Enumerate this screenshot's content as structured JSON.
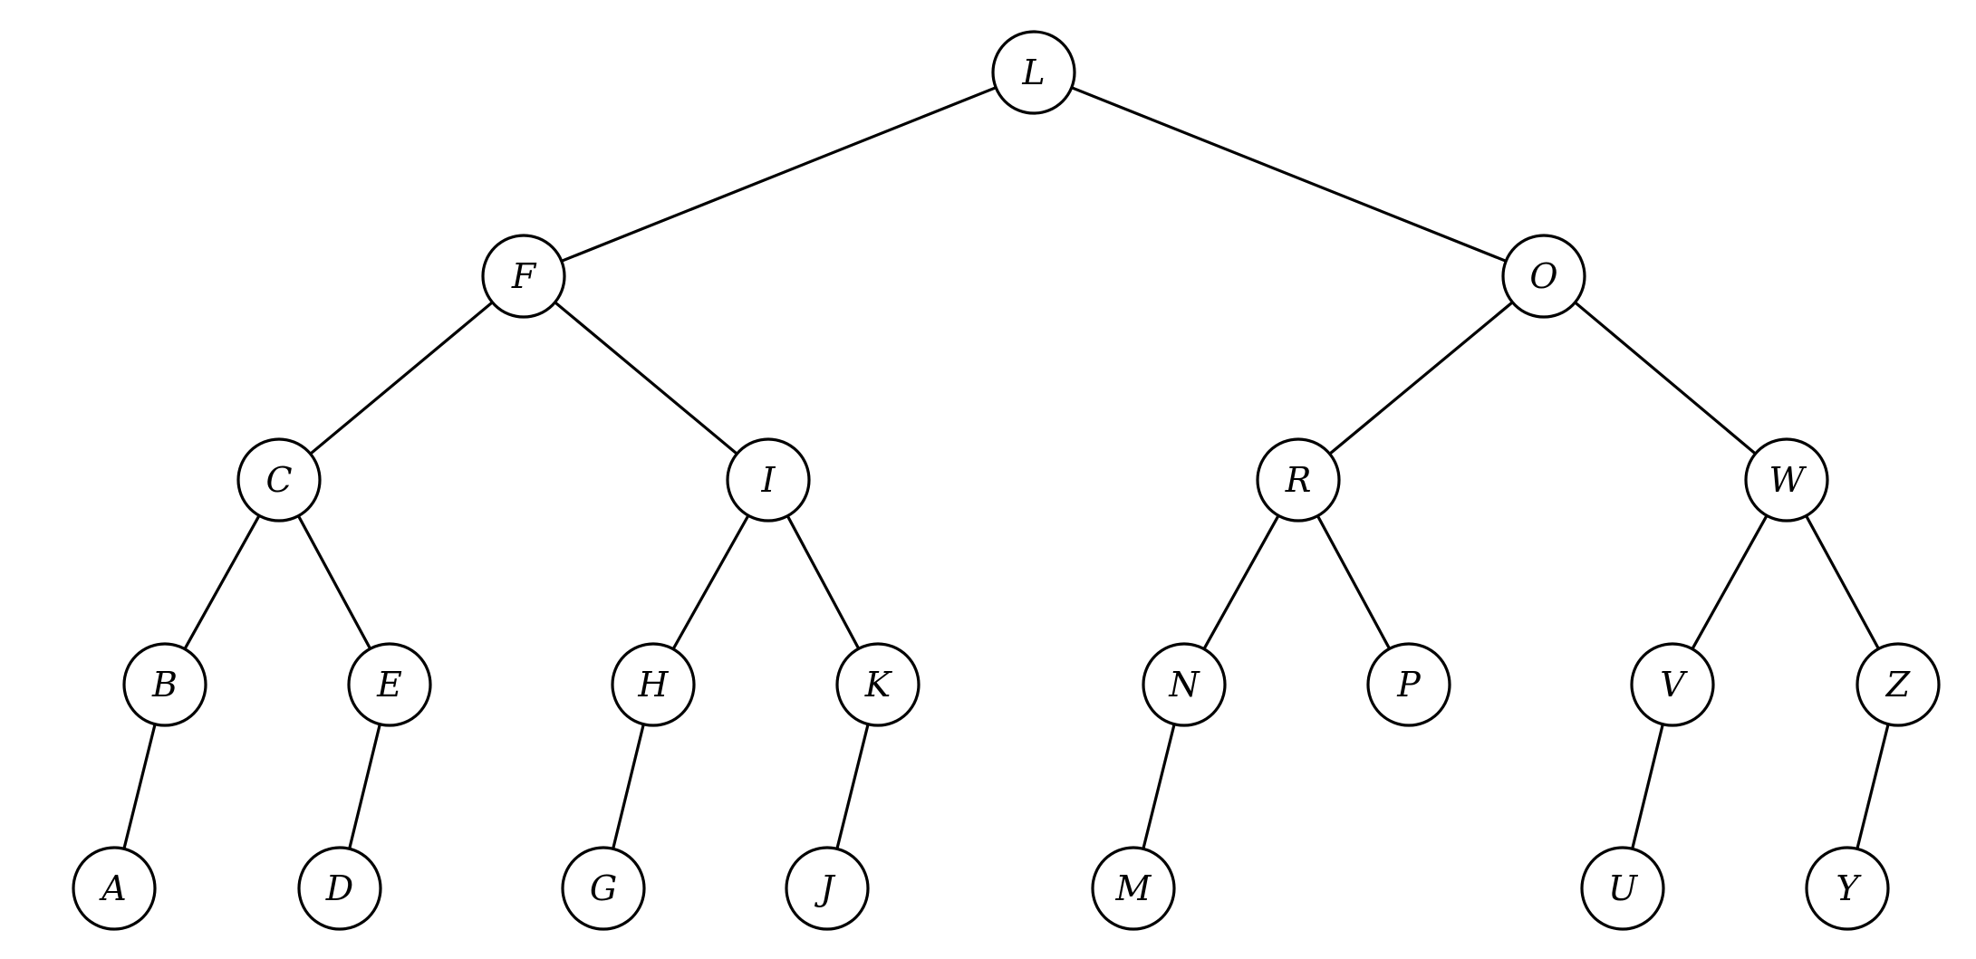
{
  "tree": {
    "root": "L",
    "nodes": [
      {
        "id": "L",
        "label": "L",
        "children": [
          "F",
          "O"
        ]
      },
      {
        "id": "F",
        "label": "F",
        "children": [
          "C",
          "I"
        ]
      },
      {
        "id": "O",
        "label": "O",
        "children": [
          "R",
          "W"
        ]
      },
      {
        "id": "C",
        "label": "C",
        "children": [
          "B",
          "E"
        ]
      },
      {
        "id": "I",
        "label": "I",
        "children": [
          "H",
          "K"
        ]
      },
      {
        "id": "R",
        "label": "R",
        "children": [
          "N",
          "P"
        ]
      },
      {
        "id": "W",
        "label": "W",
        "children": [
          "V",
          "Z"
        ]
      },
      {
        "id": "B",
        "label": "B",
        "children": [
          "A"
        ]
      },
      {
        "id": "E",
        "label": "E",
        "children": [
          "D"
        ]
      },
      {
        "id": "H",
        "label": "H",
        "children": [
          "G"
        ]
      },
      {
        "id": "K",
        "label": "K",
        "children": [
          "J"
        ]
      },
      {
        "id": "N",
        "label": "N",
        "children": [
          "M"
        ]
      },
      {
        "id": "P",
        "label": "P",
        "children": []
      },
      {
        "id": "V",
        "label": "V",
        "children": [
          "U"
        ]
      },
      {
        "id": "Z",
        "label": "Z",
        "children": [
          "Y"
        ]
      },
      {
        "id": "A",
        "label": "A",
        "children": []
      },
      {
        "id": "D",
        "label": "D",
        "children": []
      },
      {
        "id": "G",
        "label": "G",
        "children": []
      },
      {
        "id": "J",
        "label": "J",
        "children": []
      },
      {
        "id": "M",
        "label": "M",
        "children": []
      },
      {
        "id": "U",
        "label": "U",
        "children": []
      },
      {
        "id": "Y",
        "label": "Y",
        "children": []
      }
    ]
  }
}
